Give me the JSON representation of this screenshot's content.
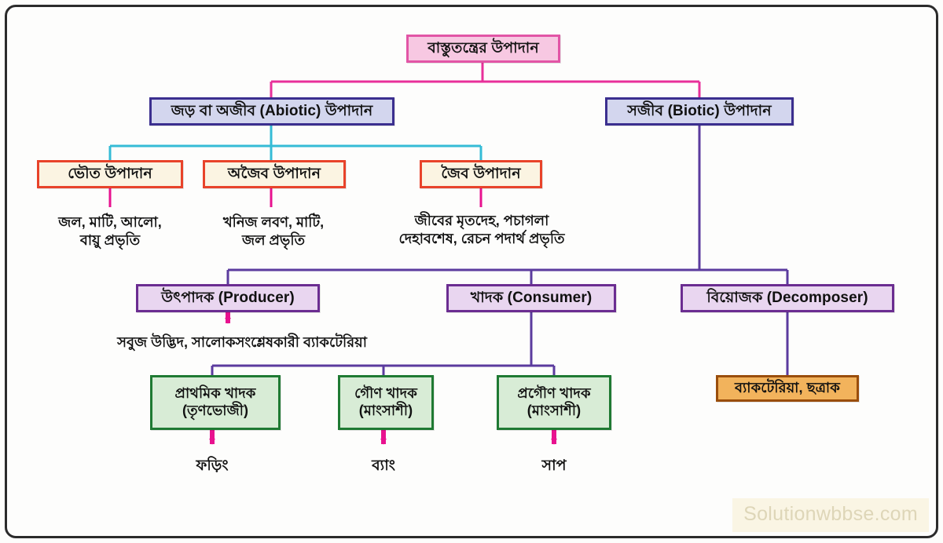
{
  "diagram": {
    "title": "বাস্তুতন্ত্রের উপাদান",
    "watermark": "Solutionwbbse.com",
    "colors": {
      "root_fill": "#f7c8e2",
      "root_stroke": "#e255a6",
      "abiotic_fill": "#d3d6ee",
      "abiotic_stroke": "#3b2f8f",
      "cream_fill": "#fbf4e2",
      "cream_stroke": "#e8432a",
      "lilac_fill": "#e9d6f0",
      "lilac_stroke": "#6b2d91",
      "green_fill": "#d8ecd6",
      "green_stroke": "#1f7a33",
      "orange_fill": "#f2b35c",
      "orange_stroke": "#9a4e0c",
      "connector_pink": "#e8309a",
      "connector_cyan": "#35bcd6",
      "connector_purple": "#5b3b9e",
      "arrow_magenta": "#e8128f"
    }
  },
  "nodes": {
    "root": "বাস্তুতন্ত্রের উপাদান",
    "abiotic": "জড় বা অজীব (Abiotic) উপাদান",
    "biotic": "সজীব (Biotic) উপাদান",
    "physical": "ভৌত উপাদান",
    "inorganic": "অজৈব উপাদান",
    "organic": "জৈব উপাদান",
    "producer": "উৎপাদক (Producer)",
    "consumer": "খাদক (Consumer)",
    "decomposer": "বিয়োজক (Decomposer)",
    "primary_consumer": "প্রাথমিক খাদক\n(তৃণভোজী)",
    "secondary_consumer": "গৌণ খাদক\n(মাংসাশী)",
    "tertiary_consumer": "প্রগৌণ খাদক\n(মাংসাশী)",
    "decomposer_examples": "ব্যাকটেরিয়া, ছত্রাক"
  },
  "captions": {
    "physical_examples": "জল, মাটি, আলো,\nবায়ু প্রভৃতি",
    "inorganic_examples": "খনিজ লবণ, মাটি,\nজল  প্রভৃতি",
    "organic_examples": "জীবের মৃতদেহ, পচাগলা\nদেহাবশেষ, রেচন পদার্থ প্রভৃতি",
    "producer_examples": "সবুজ উদ্ভিদ, সালোকসংশ্লেষকারী ব্যাকটেরিয়া",
    "primary_example": "ফড়িং",
    "secondary_example": "ব্যাং",
    "tertiary_example": "সাপ"
  }
}
